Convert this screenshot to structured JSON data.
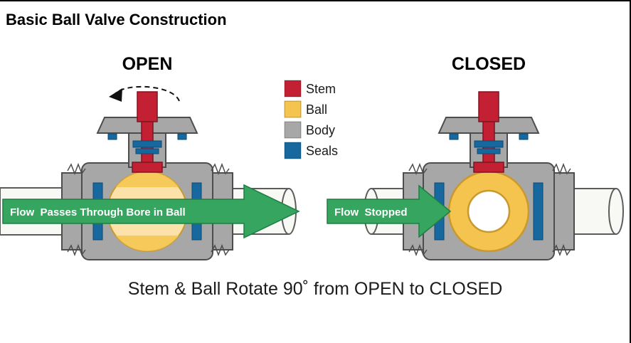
{
  "title": "Basic Ball Valve Construction",
  "states": {
    "open": "OPEN",
    "closed": "CLOSED"
  },
  "flow": {
    "open_label": "Flow  Passes Through Bore in Ball",
    "closed_label": "Flow  Stopped"
  },
  "caption": "Stem & Ball Rotate 90˚ from OPEN to CLOSED",
  "legend": {
    "items": [
      {
        "label": "Stem"
      },
      {
        "label": "Ball"
      },
      {
        "label": "Body"
      },
      {
        "label": "Seals"
      }
    ]
  },
  "colors": {
    "stem": "#c32033",
    "ball": "#f4c44e",
    "ballOpen": "#fce2a9",
    "ballEdge": "#c9992e",
    "body": "#a7a7a7",
    "outline": "#4d4d4d",
    "seals": "#16689e",
    "flow": "#35a55f",
    "flowEdge": "#1f7f44",
    "pipe": "#f8f8f5",
    "pipeStroke": "#5c5c5c"
  }
}
